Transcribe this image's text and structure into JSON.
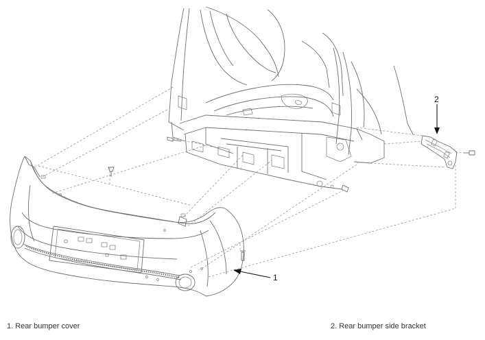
{
  "callouts": {
    "c1": "1",
    "c2": "2"
  },
  "legend": {
    "item1": "1. Rear bumper cover",
    "item2": "2. Rear bumper side bracket"
  },
  "colors": {
    "line": "#6f6f6f",
    "dash": "#8a8a8a",
    "text": "#222222"
  }
}
